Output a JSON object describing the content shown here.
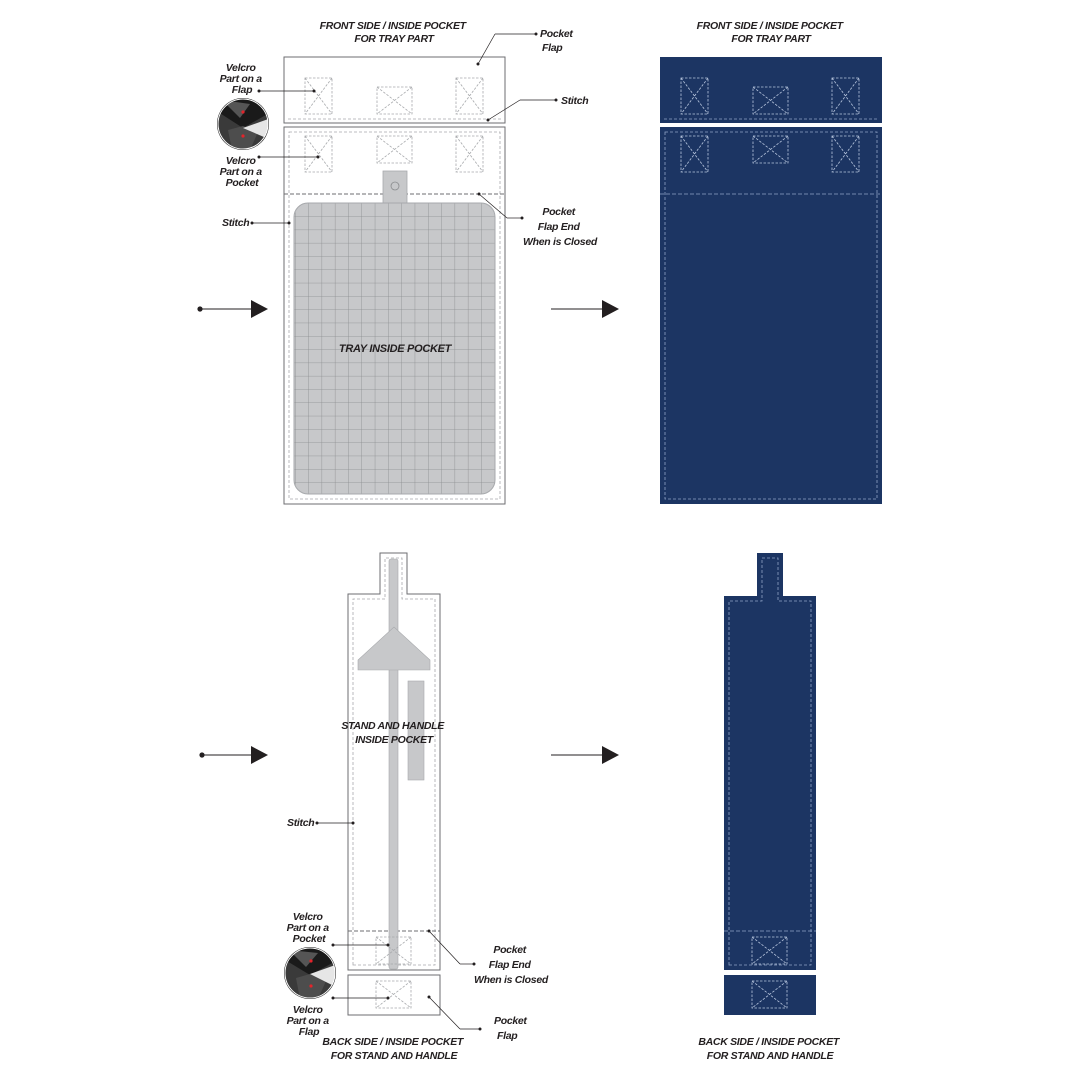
{
  "colors": {
    "navy": "#1c3563",
    "outline": "#6d6e71",
    "gray_part": "#c7c8ca",
    "gray_part_edge": "#a7a9ac",
    "grid": "#8a8c8e",
    "leader": "#231f20",
    "velcro_dark": "#2b2b2b",
    "velcro_hook": "#e3242b"
  },
  "top_section": {
    "title_left": [
      "FRONT SIDE / INSIDE POCKET",
      "FOR TRAY PART"
    ],
    "title_right": [
      "FRONT SIDE / INSIDE POCKET",
      "FOR TRAY PART"
    ],
    "callouts": {
      "pocket_flap": [
        "Pocket",
        "Flap"
      ],
      "stitch_top": [
        "Stitch"
      ],
      "velcro_flap": [
        "Velcro",
        "Part on a",
        "Flap"
      ],
      "velcro_pocket": [
        "Velcro",
        "Part on a",
        "Pocket"
      ],
      "stitch_side": [
        "Stitch"
      ],
      "flap_end": [
        "Pocket",
        "Flap End",
        "When is Closed"
      ]
    },
    "content_label": "TRAY INSIDE POCKET"
  },
  "bottom_section": {
    "content_label": [
      "STAND AND HANDLE",
      "INSIDE POCKET"
    ],
    "callouts": {
      "stitch_side": [
        "Stitch"
      ],
      "velcro_pocket": [
        "Velcro",
        "Part on a",
        "Pocket"
      ],
      "velcro_flap": [
        "Velcro",
        "Part on a",
        "Flap"
      ],
      "flap_end": [
        "Pocket",
        "Flap End",
        "When is Closed"
      ],
      "pocket_flap": [
        "Pocket",
        "Flap"
      ]
    },
    "title_left": [
      "BACK SIDE / INSIDE POCKET",
      "FOR STAND AND HANDLE"
    ],
    "title_right": [
      "BACK SIDE / INSIDE POCKET",
      "FOR STAND AND HANDLE"
    ]
  },
  "icons": [
    "arrow-right-icon",
    "velcro-closeup-icon",
    "velcro-patch-icon"
  ]
}
